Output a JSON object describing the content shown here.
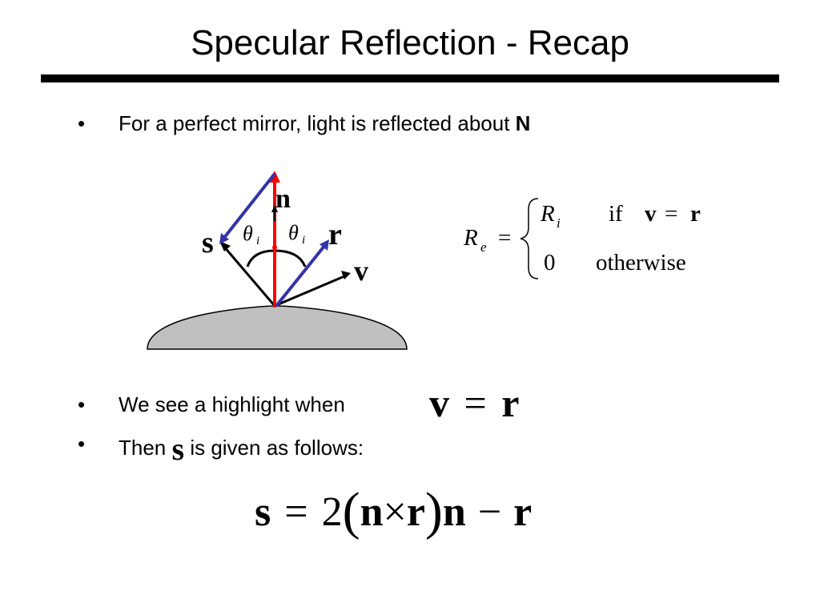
{
  "slide": {
    "title": "Specular Reflection - Recap",
    "bullets": [
      {
        "marker": "•",
        "text": "For a perfect mirror, light is reflected about",
        "bold": "N"
      },
      {
        "marker": "•",
        "text": "We see a highlight when"
      },
      {
        "marker": "•",
        "text_before": "Then",
        "text_after": "is given as follows:"
      }
    ]
  },
  "diagram": {
    "labels": {
      "n": "n",
      "s": "s",
      "r": "r",
      "v": "v",
      "theta": "θ",
      "sub_i": "i"
    },
    "colors": {
      "normal": "#ff0000",
      "reflect": "#3333aa",
      "surface": "#c0c0c0",
      "line": "#000000"
    }
  },
  "equations": {
    "piecewise": {
      "lhs": "R",
      "lhs_sub": "e",
      "eq": "=",
      "case1_value": "R",
      "case1_sub": "i",
      "case1_cond_if": "if",
      "case1_cond_v": "v",
      "case1_cond_eq": "=",
      "case1_cond_r": "r",
      "case2_value": "0",
      "case2_cond": "otherwise"
    },
    "highlight": {
      "v": "v",
      "eq": "=",
      "r": "r"
    },
    "inline_s": "s",
    "formula": {
      "s": "s",
      "eq": "=",
      "two": "2",
      "lparen": "(",
      "n1": "n",
      "times": "×",
      "r1": "r",
      "rparen": ")",
      "n2": "n",
      "minus": "−",
      "r2": "r"
    }
  }
}
